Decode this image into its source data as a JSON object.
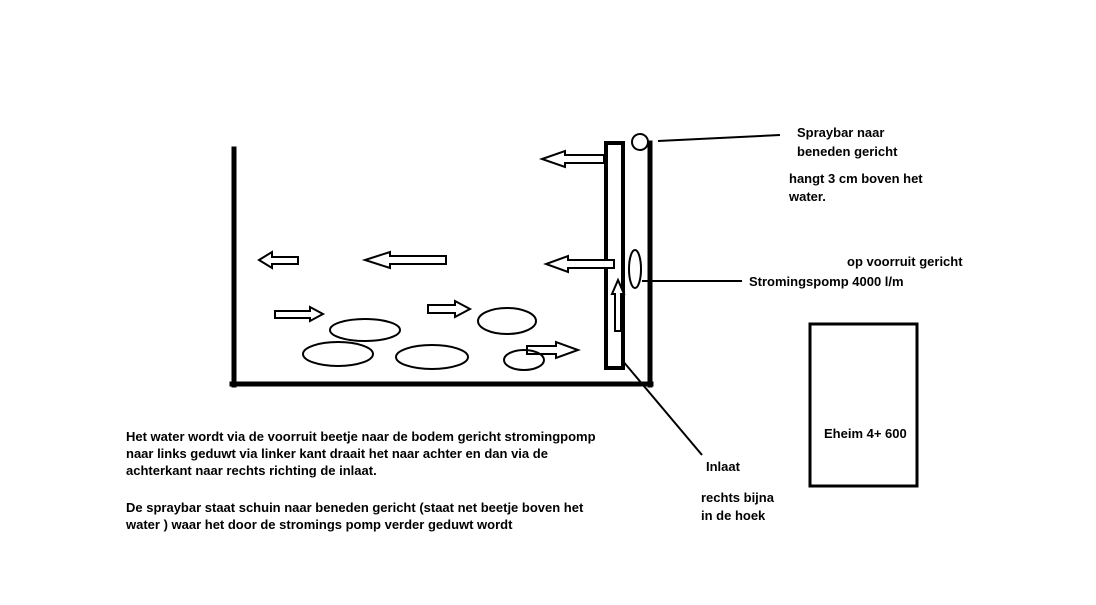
{
  "labels": {
    "spraybar_line1": "Spraybar naar",
    "spraybar_line2": "beneden gericht",
    "spraybar_note_line1": "hangt 3 cm boven het",
    "spraybar_note_line2": "water.",
    "voorruit": "op voorruit gericht",
    "pump": "Stromingspomp 4000 l/m",
    "inlet": "Inlaat",
    "inlet_note_line1": "rechts bijna",
    "inlet_note_line2": "in de hoek",
    "filter": "Eheim 4+ 600"
  },
  "description": {
    "line1": "Het water wordt via de voorruit beetje naar de bodem gericht stromingpomp",
    "line2": "naar links geduwt via linker kant draait het naar achter en dan via de",
    "line3": "achterkant naar rechts richting de inlaat.",
    "line4": "De spraybar staat  schuin naar beneden gericht (staat net beetje boven het",
    "line5": "water ) waar het door de stromings pomp verder geduwt wordt"
  }
}
